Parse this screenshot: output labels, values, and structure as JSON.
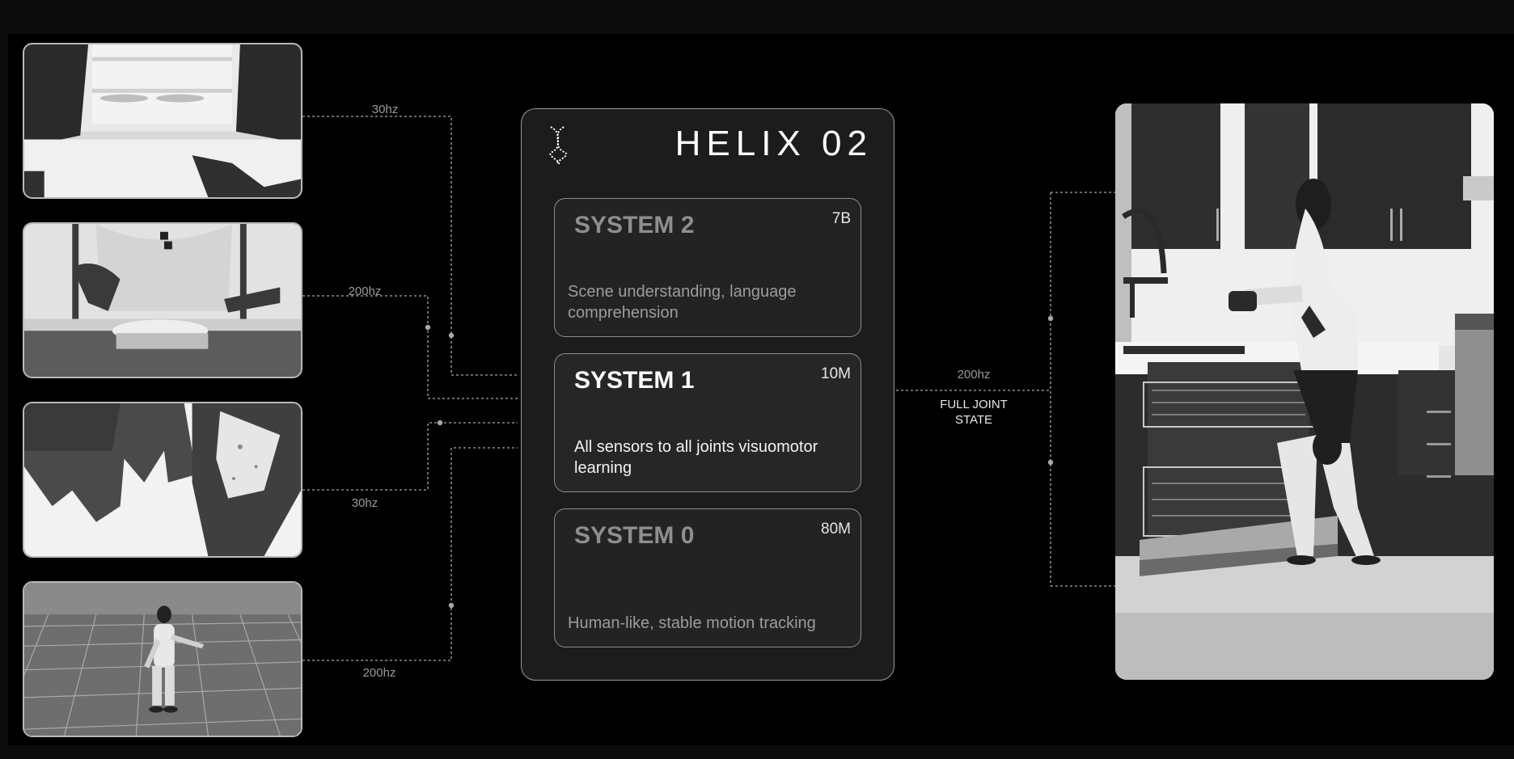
{
  "header": {
    "title": "HELIX 02"
  },
  "inputs": [
    {
      "rate": "30hz",
      "icon": "head-camera-view"
    },
    {
      "rate": "200hz",
      "icon": "chest-camera-view"
    },
    {
      "rate": "30hz",
      "icon": "hand-camera-view"
    },
    {
      "rate": "200hz",
      "icon": "simulation-view"
    }
  ],
  "systems": [
    {
      "name": "SYSTEM 2",
      "size": "7B",
      "description": "Scene understanding, language comprehension"
    },
    {
      "name": "SYSTEM 1",
      "size": "10M",
      "description": "All sensors to all joints visuomotor learning"
    },
    {
      "name": "SYSTEM 0",
      "size": "80M",
      "description": "Human-like, stable motion tracking"
    }
  ],
  "output": {
    "rate": "200hz",
    "label": "FULL JOINT STATE",
    "icon": "robot-kitchen-photo"
  },
  "colors": {
    "background": "#000000",
    "panel": "#1c1c1c",
    "border": "#9a9a9a",
    "wire": "#8a8a8a"
  }
}
